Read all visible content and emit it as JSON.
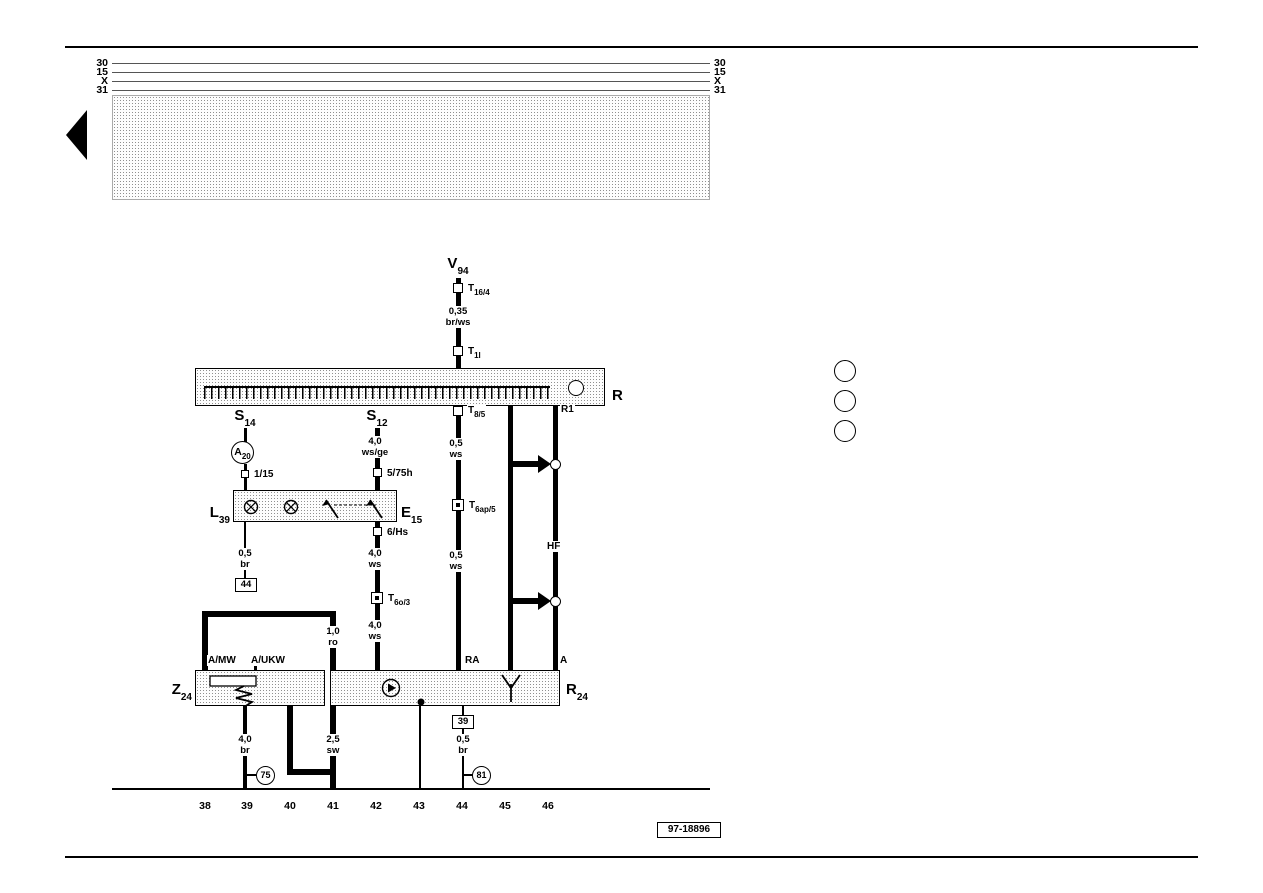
{
  "doc": {
    "number": "97-18896"
  },
  "bus": {
    "left": [
      "30",
      "15",
      "X",
      "31"
    ],
    "right": [
      "30",
      "15",
      "X",
      "31"
    ]
  },
  "refs": {
    "v94": {
      "main": "V",
      "sub": "94"
    },
    "r": {
      "main": "R",
      "sub": ""
    },
    "s14": {
      "main": "S",
      "sub": "14"
    },
    "s12": {
      "main": "S",
      "sub": "12"
    },
    "a20": {
      "main": "A",
      "sub": "20"
    },
    "l39": {
      "main": "L",
      "sub": "39"
    },
    "e15": {
      "main": "E",
      "sub": "15"
    },
    "z24": {
      "main": "Z",
      "sub": "24"
    },
    "r24": {
      "main": "R",
      "sub": "24"
    }
  },
  "conns": {
    "t16_4": {
      "main": "T",
      "sub": "16/4"
    },
    "t1l": {
      "main": "T",
      "sub": "1l"
    },
    "t8_5": {
      "main": "T",
      "sub": "8/5"
    },
    "t6ap_5": {
      "main": "T",
      "sub": "6ap/5"
    },
    "t6o_3": {
      "main": "T",
      "sub": "6o/3"
    },
    "r1": "R1",
    "hf": "HF",
    "ra": "RA",
    "a": "A",
    "amw": "A/MW",
    "aukw": "A/UKW",
    "p1_15": "1/15",
    "p5_75h": "5/75h",
    "p6_hs": "6/Hs"
  },
  "wires": {
    "w_v94": {
      "size": "0,35",
      "color": "br/ws"
    },
    "w_s12": {
      "size": "4,0",
      "color": "ws/ge"
    },
    "w_05br": {
      "size": "0,5",
      "color": "br"
    },
    "w_40ws_a": {
      "size": "4,0",
      "color": "ws"
    },
    "w_40ws_b": {
      "size": "4,0",
      "color": "ws"
    },
    "w_05ws_a": {
      "size": "0,5",
      "color": "ws"
    },
    "w_05ws_b": {
      "size": "0,5",
      "color": "ws"
    },
    "w_10ro": {
      "size": "1,0",
      "color": "ro"
    },
    "w_40br": {
      "size": "4,0",
      "color": "br"
    },
    "w_25sw": {
      "size": "2,5",
      "color": "sw"
    },
    "w_05br_b": {
      "size": "0,5",
      "color": "br"
    }
  },
  "grounds": {
    "g44": "44",
    "g39": "39",
    "c75": "75",
    "c81": "81"
  },
  "tracks": [
    "38",
    "39",
    "40",
    "41",
    "42",
    "43",
    "44",
    "45",
    "46"
  ]
}
